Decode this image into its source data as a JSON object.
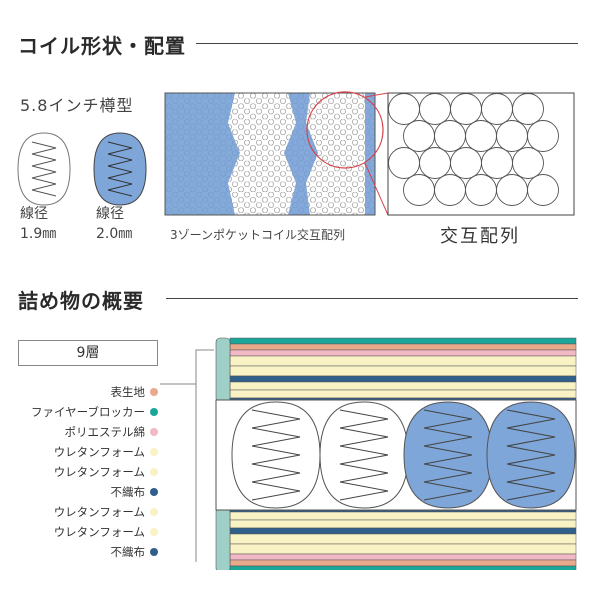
{
  "section1": {
    "title": "コイル形状・配置",
    "coil_type": "5.8インチ樽型",
    "coil_left": {
      "label": "線径",
      "value": "1.9㎜",
      "color": "#ffffff"
    },
    "coil_right": {
      "label": "線径",
      "value": "2.0㎜",
      "color": "#7ea6d8"
    },
    "zone_caption": "3ゾーンポケットコイル交互配列",
    "detail_caption": "交互配列"
  },
  "section2": {
    "title": "詰め物の概要",
    "layer_count": "9層",
    "layers": [
      {
        "label": "表生地",
        "color": "#e8a98c"
      },
      {
        "label": "ファイヤーブロッカー",
        "color": "#1aa79a"
      },
      {
        "label": "ポリエステル綿",
        "color": "#f2b8c6"
      },
      {
        "label": "ウレタンフォーム",
        "color": "#f8f2c4"
      },
      {
        "label": "ウレタンフォーム",
        "color": "#f8f2c4"
      },
      {
        "label": "不織布",
        "color": "#2f5f8a"
      },
      {
        "label": "ウレタンフォーム",
        "color": "#f8f2c4"
      },
      {
        "label": "ウレタンフォーム",
        "color": "#f8f2c4"
      },
      {
        "label": "不織布",
        "color": "#2f5f8a"
      }
    ]
  },
  "colors": {
    "blue_coil": "#7ea6d8",
    "zone_blue": "#6f9bd4",
    "accent_red": "#d9404a",
    "teal": "#9fd0c8",
    "navy": "#2f5f8a"
  }
}
